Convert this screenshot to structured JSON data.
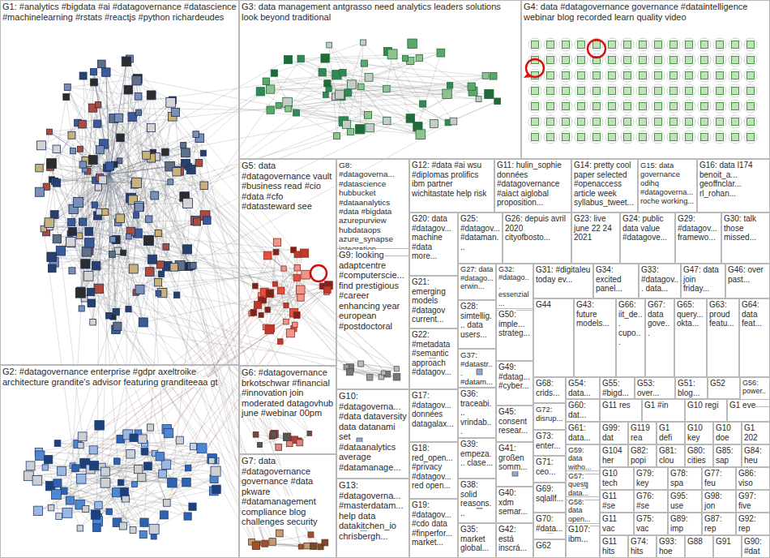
{
  "diagram": {
    "nodes": [
      {
        "text": [
          "G1: #analytics #bigdata #ai #datagovernance #datascience #machinelearning #rstats #reactjs #python richardeudes"
        ]
      },
      {
        "text": [
          "G3: data management antgrasso need analytics leaders solutions look beyond traditional"
        ]
      },
      {
        "text": [
          "G4: data #datagovernance governance #dataintelligence webinar blog recorded learn quality video"
        ]
      },
      {
        "text": [
          "G5: data #datagovernance vault #business read #cio #data #cfo #datasteward see"
        ]
      },
      {
        "text": [
          "G8: #datagoverna... #datascience hubbucket #dataanalytics #data #bigdata azurepurview hubdataops azure_synapse integration"
        ]
      },
      {
        "text": [
          "G12: #data #ai wsu #diplomas prolifics ibm partner wichitastate help risk"
        ]
      },
      {
        "text": [
          "G11: hulin_sophie données #datagovernance #aiact aiglobal proposition..."
        ]
      },
      {
        "text": [
          "G14: pretty cool paper selected #openaccess article week syllabus_tweet..."
        ]
      },
      {
        "text": [
          "G15: data governance odihq #datagoverna... roche working..."
        ]
      },
      {
        "text": [
          "G16: data l174 benoit_a... geoffnclar... rl_rohan..."
        ]
      },
      {
        "text": [
          "G20: data #datagov... machine #data more..."
        ]
      },
      {
        "text": [
          "G25: #datagov... #dataman..."
        ]
      },
      {
        "text": [
          "G26: depuis avril 2020 cityofbosto..."
        ]
      },
      {
        "text": [
          "G23: live june 22 24 2021"
        ]
      },
      {
        "text": [
          "G24: public data value #datagove..."
        ]
      },
      {
        "text": [
          "G29: #datagov... framewo..."
        ]
      },
      {
        "text": [
          "G30: talk those missed..."
        ]
      },
      {
        "text": [
          "G27: data #datago... erwin..."
        ]
      },
      {
        "text": [
          "G32: #datago... essenzial..."
        ]
      },
      {
        "text": [
          "G31: #digitaleu today ev..."
        ]
      },
      {
        "text": [
          "G34: excited panel..."
        ]
      },
      {
        "text": [
          "G33: #datagov... data..."
        ]
      },
      {
        "text": [
          "G47: data join friday..."
        ]
      },
      {
        "text": [
          "G46: over past..."
        ]
      },
      {
        "text": [
          "G21: emerging models #datagov current..."
        ]
      },
      {
        "text": [
          "G44"
        ]
      },
      {
        "text": [
          "G43: future models..."
        ]
      },
      {
        "text": [
          "G66: iit_de... cupo..."
        ]
      },
      {
        "text": [
          "G67: data gove..."
        ]
      },
      {
        "text": [
          "G65: query... okta..."
        ]
      },
      {
        "text": [
          "G63: proud featu..."
        ]
      },
      {
        "text": [
          "G64: data feat..."
        ]
      },
      {
        "text": [
          "G28: simtellig... data users..."
        ]
      },
      {
        "text": [
          "G50: imple... strateg..."
        ]
      },
      {
        "text": [
          "G9: looking adaptcentre #computerscie... find prestigious #career enhancing year european #postdoctoral"
        ]
      },
      {
        "text": [
          "G22: #metadata #semantic approach #datagov..."
        ]
      },
      {
        "text": [
          "G37: #datastr... #datam..."
        ]
      },
      {
        "text": [
          "G49: #datag... #cyber..."
        ]
      },
      {
        "text": [
          "G6: #datagovernance brkotschwar #financial #innovation join moderated datagovhub june #webinar 00pm"
        ]
      },
      {
        "text": [
          "G2: #datagovernance enterprise #gdpr axeltroike architecture grandite's advisor featuring granditeeaa gt"
        ]
      },
      {
        "text": [
          "G68: crids..."
        ]
      },
      {
        "text": [
          "G54: data..."
        ]
      },
      {
        "text": [
          "G55: #bigd..."
        ]
      },
      {
        "text": [
          "G53: over..."
        ]
      },
      {
        "text": [
          "G51: blog..."
        ]
      },
      {
        "text": [
          "G52"
        ]
      },
      {
        "text": [
          "G56: power..."
        ]
      },
      {
        "text": [
          "G10: #datagoverna... #data dataversity data datanami set #dataanalytics average #datamanage..."
        ]
      },
      {
        "text": [
          "G17: #datagov... données datagalax..."
        ]
      },
      {
        "text": [
          "G36: traceabi... vrindab..."
        ]
      },
      {
        "text": [
          "G72: disrup..."
        ]
      },
      {
        "text": [
          "G60: dat..."
        ]
      },
      {
        "text": [
          "G45: consent resear..."
        ]
      },
      {
        "text": [
          "G11 res"
        ]
      },
      {
        "text": [
          "G1 #in"
        ]
      },
      {
        "text": [
          "G10 regi"
        ]
      },
      {
        "text": [
          "G1 eve"
        ]
      },
      {
        "text": [
          "G61: data..."
        ]
      },
      {
        "text": [
          "G99: dat"
        ]
      },
      {
        "text": [
          "G119 rea"
        ]
      },
      {
        "text": [
          "G1 defi"
        ]
      },
      {
        "text": [
          "G10 key"
        ]
      },
      {
        "text": [
          "G10 doe"
        ]
      },
      {
        "text": [
          "G1 202"
        ]
      },
      {
        "text": [
          "G73: enter..."
        ]
      },
      {
        "text": [
          "G18: red_open... #privacy #datagov... red open..."
        ]
      },
      {
        "text": [
          "G41: großen somm..."
        ]
      },
      {
        "text": [
          "G39: empeza... clase..."
        ]
      },
      {
        "text": [
          "G59: data witho..."
        ]
      },
      {
        "text": [
          "G104 her"
        ]
      },
      {
        "text": [
          "G82: popi"
        ]
      },
      {
        "text": [
          "G81: clou"
        ]
      },
      {
        "text": [
          "G80: cities"
        ]
      },
      {
        "text": [
          "G85: sap"
        ]
      },
      {
        "text": [
          "G84: heu"
        ]
      },
      {
        "text": [
          "G7: data #datagovernance governance #data pkware #datamanagement compliance blog challenges security"
        ]
      },
      {
        "text": [
          "G71: ceo..."
        ]
      },
      {
        "text": [
          "G10 tech"
        ]
      },
      {
        "text": [
          "G79: key"
        ]
      },
      {
        "text": [
          "G78: spa"
        ]
      },
      {
        "text": [
          "G77: feu"
        ]
      },
      {
        "text": [
          "G86: viso"
        ]
      },
      {
        "text": [
          "G57: quest data..."
        ]
      },
      {
        "text": [
          "G13: #datagoverna... #masterdatam... help data datakitchen_io chrisbergh..."
        ]
      },
      {
        "text": [
          "G38: solid reasons..."
        ]
      },
      {
        "text": [
          "G69: sqlallf..."
        ]
      },
      {
        "text": [
          "G40: xdm semar..."
        ]
      },
      {
        "text": [
          "G11 #se"
        ]
      },
      {
        "text": [
          "G76: #se"
        ]
      },
      {
        "text": [
          "G95: use"
        ]
      },
      {
        "text": [
          "G98: jon"
        ]
      },
      {
        "text": [
          "G97: five"
        ]
      },
      {
        "text": [
          "G58: data open..."
        ]
      },
      {
        "text": [
          "G19: #datagov... #cdo data #finperfor... market..."
        ]
      },
      {
        "text": [
          "G70: #data..."
        ]
      },
      {
        "text": [
          "G11 vac"
        ]
      },
      {
        "text": [
          "G75: vac"
        ]
      },
      {
        "text": [
          "G89: imp"
        ]
      },
      {
        "text": [
          "G87: rep"
        ]
      },
      {
        "text": [
          "G92: rep"
        ]
      },
      {
        "text": [
          "G35: market global..."
        ]
      },
      {
        "text": [
          "G42: está inscrá..."
        ]
      },
      {
        "text": [
          "G107: ibm..."
        ]
      },
      {
        "text": [
          "G11 hits"
        ]
      },
      {
        "text": [
          "G74: hits"
        ]
      },
      {
        "text": [
          "G93: hoe"
        ]
      },
      {
        "text": [
          "G88"
        ]
      },
      {
        "text": [
          "G91"
        ]
      },
      {
        "text": [
          "G90: #dat"
        ]
      },
      {
        "text": [
          "G62"
        ]
      }
    ]
  }
}
